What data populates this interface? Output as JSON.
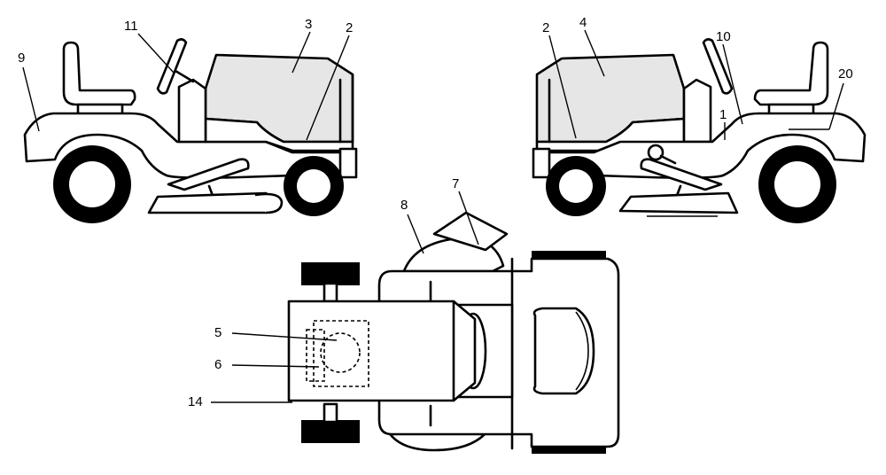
{
  "callouts": {
    "left_view": {
      "c1": "11",
      "c2": "3",
      "c3": "2",
      "c4": "9"
    },
    "right_view": {
      "c1": "2",
      "c2": "4",
      "c3": "10",
      "c4": "20",
      "c5": "1"
    },
    "top_view": {
      "c1": "8",
      "c2": "7",
      "c3": "5",
      "c4": "6",
      "c5": "14"
    }
  }
}
